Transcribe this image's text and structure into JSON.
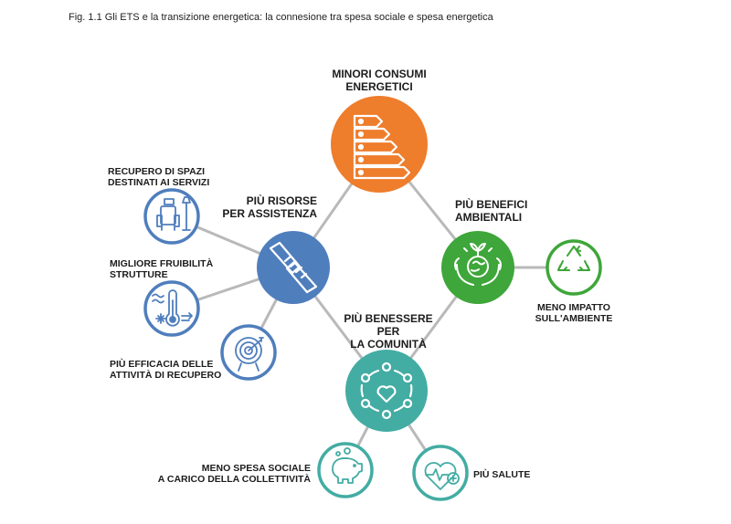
{
  "caption": "Fig. 1.1 Gli ETS e la transizione energetica: la connesione tra spesa sociale e spesa energetica",
  "nodes": {
    "consumi": {
      "line1": "MINORI CONSUMI",
      "line2": "ENERGETICI",
      "icon": "energy-rating-icon",
      "color": "#ee7d2c"
    },
    "risorse": {
      "line1": "PIÙ RISORSE",
      "line2": "PER ASSISTENZA",
      "icon": "handshake-icon",
      "color": "#4f7ebd"
    },
    "ambientali": {
      "line1": "PIÙ BENEFICI",
      "line2": "AMBIENTALI",
      "icon": "eco-hands-icon",
      "color": "#3ea63a"
    },
    "benessere": {
      "line1": "PIÙ BENESSERE",
      "line2": "PER",
      "line3": "LA COMUNITÀ",
      "icon": "community-heart-icon",
      "color": "#43aca3"
    }
  },
  "leaves": {
    "spazi": {
      "line1": "RECUPERO DI SPAZI",
      "line2": "DESTINATI AI SERVIZI",
      "icon": "armchair-lamp-icon"
    },
    "strutture": {
      "line1": "MIGLIORE FRUIBILITÀ",
      "line2": "STRUTTURE",
      "icon": "thermometer-icon"
    },
    "efficacia": {
      "line1": "PIÙ EFFICACIA DELLE",
      "line2": "ATTIVITÀ DI RECUPERO",
      "icon": "target-icon"
    },
    "impatto": {
      "line1": "MENO IMPATTO",
      "line2": "SULL'AMBIENTE",
      "icon": "recycle-icon"
    },
    "spesa": {
      "line1": "MENO SPESA SOCIALE",
      "line2": "A CARICO DELLA COLLETTIVITÀ",
      "icon": "piggy-bank-icon"
    },
    "salute": {
      "line1": "PIÙ SALUTE",
      "icon": "heart-pulse-icon"
    }
  }
}
